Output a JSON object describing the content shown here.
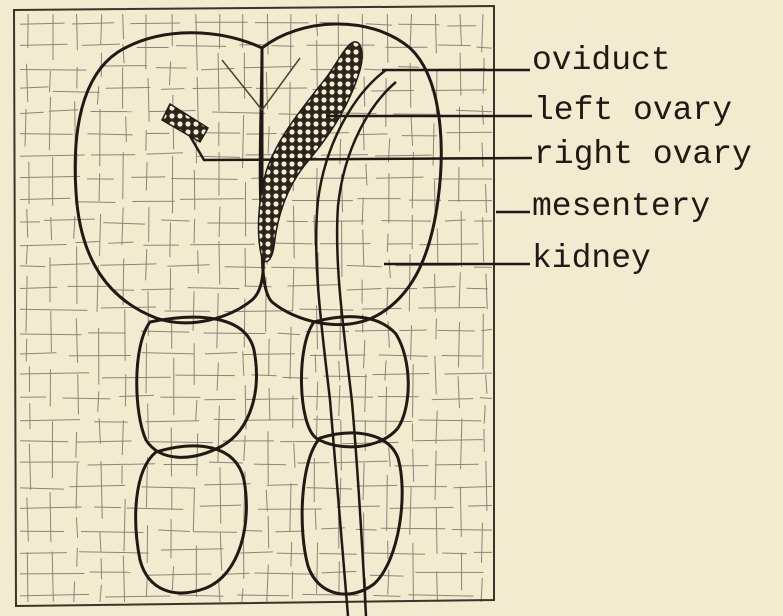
{
  "labels": {
    "oviduct": "oviduct",
    "left_ovary": "left ovary",
    "right_ovary": "right ovary",
    "mesentery": "mesentery",
    "kidney": "kidney"
  },
  "colors": {
    "background": "#f2ebcf",
    "ink": "#1f1b14",
    "grid": "#8a8578"
  }
}
